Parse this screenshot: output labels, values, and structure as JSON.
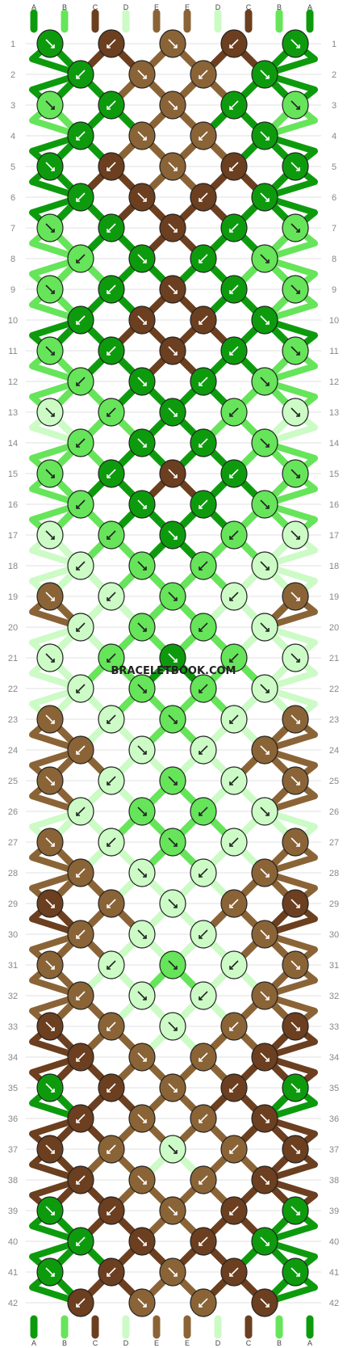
{
  "watermark": "BRACELETBOOK.COM",
  "strand_labels": [
    "A",
    "B",
    "C",
    "D",
    "E",
    "E",
    "D",
    "C",
    "B",
    "A"
  ],
  "colors": {
    "A": "#0d9b0d",
    "B": "#66e45a",
    "C": "#6b3f1f",
    "D": "#ccfbc6",
    "E": "#8a6437"
  },
  "rows": [
    "1",
    "2",
    "3",
    "4",
    "5",
    "6",
    "7",
    "8",
    "9",
    "10",
    "11",
    "12",
    "13",
    "14",
    "15",
    "16",
    "17",
    "18",
    "19",
    "20",
    "21",
    "22",
    "23",
    "24",
    "25",
    "26",
    "27",
    "28",
    "29",
    "30",
    "31",
    "32",
    "33",
    "34",
    "35",
    "36",
    "37",
    "38",
    "39",
    "40",
    "41",
    "42"
  ],
  "knots": [
    [
      "A",
      "C",
      "E",
      "C",
      "A"
    ],
    [
      "A",
      "E",
      "E",
      "A"
    ],
    [
      "B",
      "A",
      "E",
      "A",
      "B"
    ],
    [
      "A",
      "E",
      "E",
      "A"
    ],
    [
      "A",
      "C",
      "E",
      "C",
      "A"
    ],
    [
      "A",
      "C",
      "C",
      "A"
    ],
    [
      "B",
      "A",
      "C",
      "A",
      "B"
    ],
    [
      "B",
      "A",
      "A",
      "B"
    ],
    [
      "B",
      "A",
      "C",
      "A",
      "B"
    ],
    [
      "A",
      "C",
      "C",
      "A"
    ],
    [
      "B",
      "A",
      "C",
      "A",
      "B"
    ],
    [
      "B",
      "A",
      "A",
      "B"
    ],
    [
      "D",
      "B",
      "A",
      "B",
      "D"
    ],
    [
      "B",
      "A",
      "A",
      "B"
    ],
    [
      "B",
      "A",
      "C",
      "A",
      "B"
    ],
    [
      "B",
      "A",
      "A",
      "B"
    ],
    [
      "D",
      "B",
      "A",
      "B",
      "D"
    ],
    [
      "D",
      "B",
      "B",
      "D"
    ],
    [
      "E",
      "D",
      "B",
      "D",
      "E"
    ],
    [
      "D",
      "B",
      "B",
      "D"
    ],
    [
      "D",
      "B",
      "A",
      "B",
      "D"
    ],
    [
      "D",
      "B",
      "B",
      "D"
    ],
    [
      "E",
      "D",
      "B",
      "D",
      "E"
    ],
    [
      "E",
      "D",
      "D",
      "E"
    ],
    [
      "E",
      "D",
      "B",
      "D",
      "E"
    ],
    [
      "D",
      "B",
      "B",
      "D"
    ],
    [
      "E",
      "D",
      "B",
      "D",
      "E"
    ],
    [
      "E",
      "D",
      "D",
      "E"
    ],
    [
      "C",
      "E",
      "D",
      "E",
      "C"
    ],
    [
      "E",
      "D",
      "D",
      "E"
    ],
    [
      "E",
      "D",
      "B",
      "D",
      "E"
    ],
    [
      "E",
      "D",
      "D",
      "E"
    ],
    [
      "C",
      "E",
      "D",
      "E",
      "C"
    ],
    [
      "C",
      "E",
      "E",
      "C"
    ],
    [
      "A",
      "C",
      "E",
      "C",
      "A"
    ],
    [
      "C",
      "E",
      "E",
      "C"
    ],
    [
      "C",
      "E",
      "D",
      "E",
      "C"
    ],
    [
      "C",
      "E",
      "E",
      "C"
    ],
    [
      "A",
      "C",
      "E",
      "C",
      "A"
    ],
    [
      "A",
      "C",
      "C",
      "A"
    ],
    [
      "A",
      "C",
      "E",
      "C",
      "A"
    ],
    [
      "C",
      "E",
      "E",
      "C"
    ]
  ]
}
